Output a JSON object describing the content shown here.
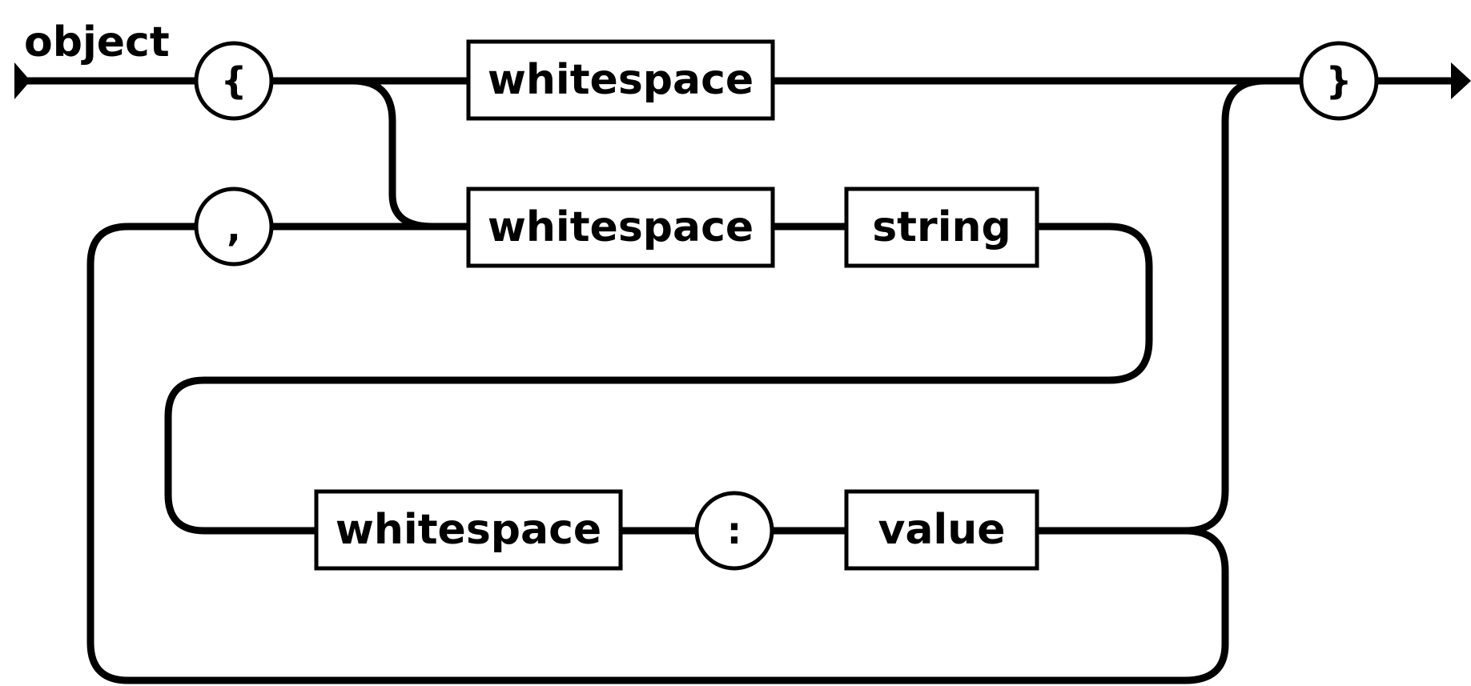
{
  "title": "object",
  "terminals": {
    "open_brace": "{",
    "comma": ",",
    "colon": ":",
    "close_brace": "}"
  },
  "nonterminals": {
    "whitespace_empty": "whitespace",
    "whitespace_key": "whitespace",
    "string": "string",
    "whitespace_before_colon": "whitespace",
    "value": "value"
  },
  "colors": {
    "stroke": "#000000",
    "background": "#ffffff"
  }
}
